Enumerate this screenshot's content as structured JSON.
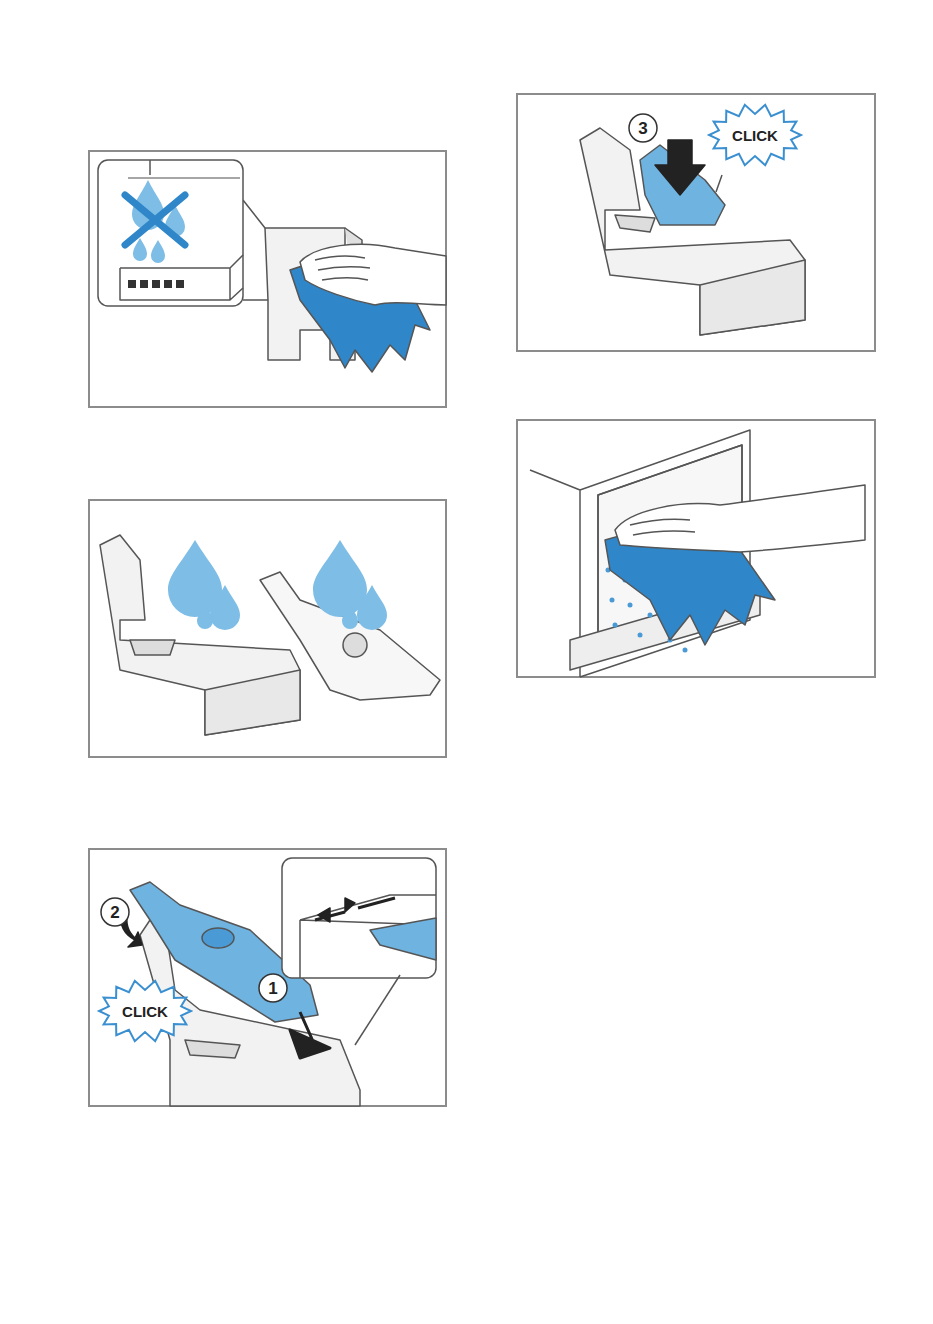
{
  "diagram": {
    "labels": [
      "2",
      "CLICK",
      "1",
      "3",
      "CLICK"
    ]
  }
}
